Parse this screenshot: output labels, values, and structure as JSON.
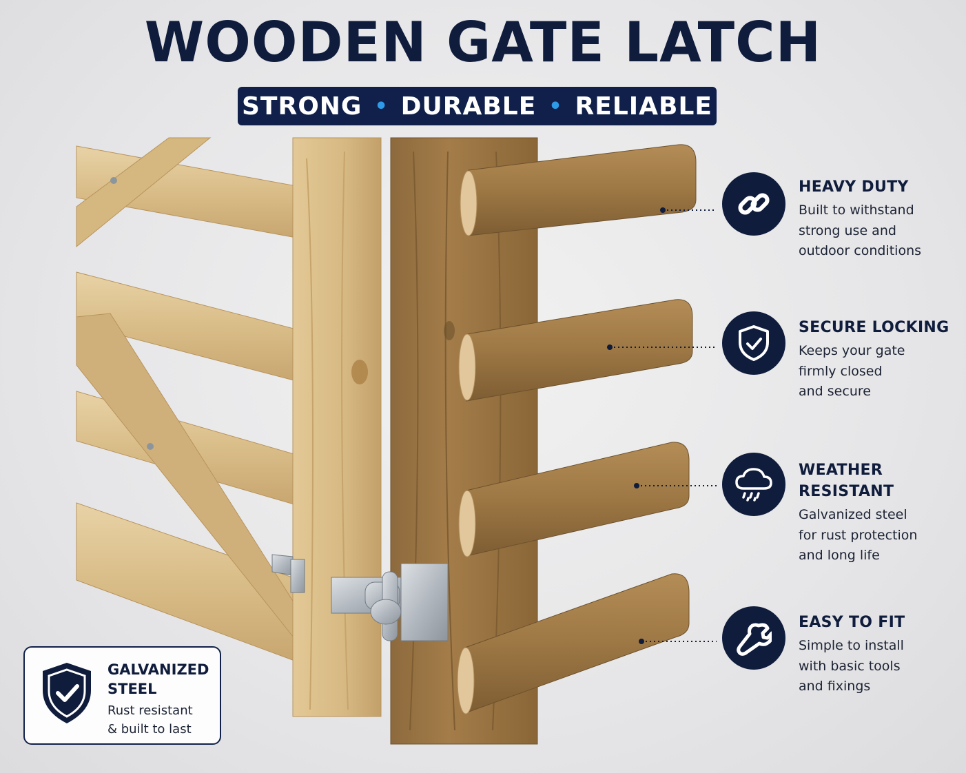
{
  "header": {
    "title": "WOODEN GATE LATCH",
    "tagline": [
      "STRONG",
      "DURABLE",
      "RELIABLE"
    ]
  },
  "features": [
    {
      "icon": "chain-link-icon",
      "title": "HEAVY DUTY",
      "lines": [
        "Built to withstand",
        "strong use and",
        "outdoor conditions"
      ]
    },
    {
      "icon": "shield-check-icon",
      "title": "SECURE LOCKING",
      "lines": [
        "Keeps your gate",
        "firmly closed",
        "and secure"
      ]
    },
    {
      "icon": "cloud-rain-icon",
      "title_lines": [
        "WEATHER",
        "RESISTANT"
      ],
      "lines": [
        "Galvanized steel",
        "for rust protection",
        "and long life"
      ]
    },
    {
      "icon": "wrench-icon",
      "title": "EASY TO FIT",
      "lines": [
        "Simple to install",
        "with basic tools",
        "and fixings"
      ]
    }
  ],
  "badge": {
    "icon": "shield-check-icon",
    "title_lines": [
      "GALVANIZED",
      "STEEL"
    ],
    "lines": [
      "Rust resistant",
      "& built to last"
    ]
  },
  "colors": {
    "navy": "#0f1c3c",
    "accent_dot": "#2e9be8",
    "pale_wood": "#dcc18f",
    "dark_wood": "#a07a46",
    "steel": "#b9bec4"
  }
}
